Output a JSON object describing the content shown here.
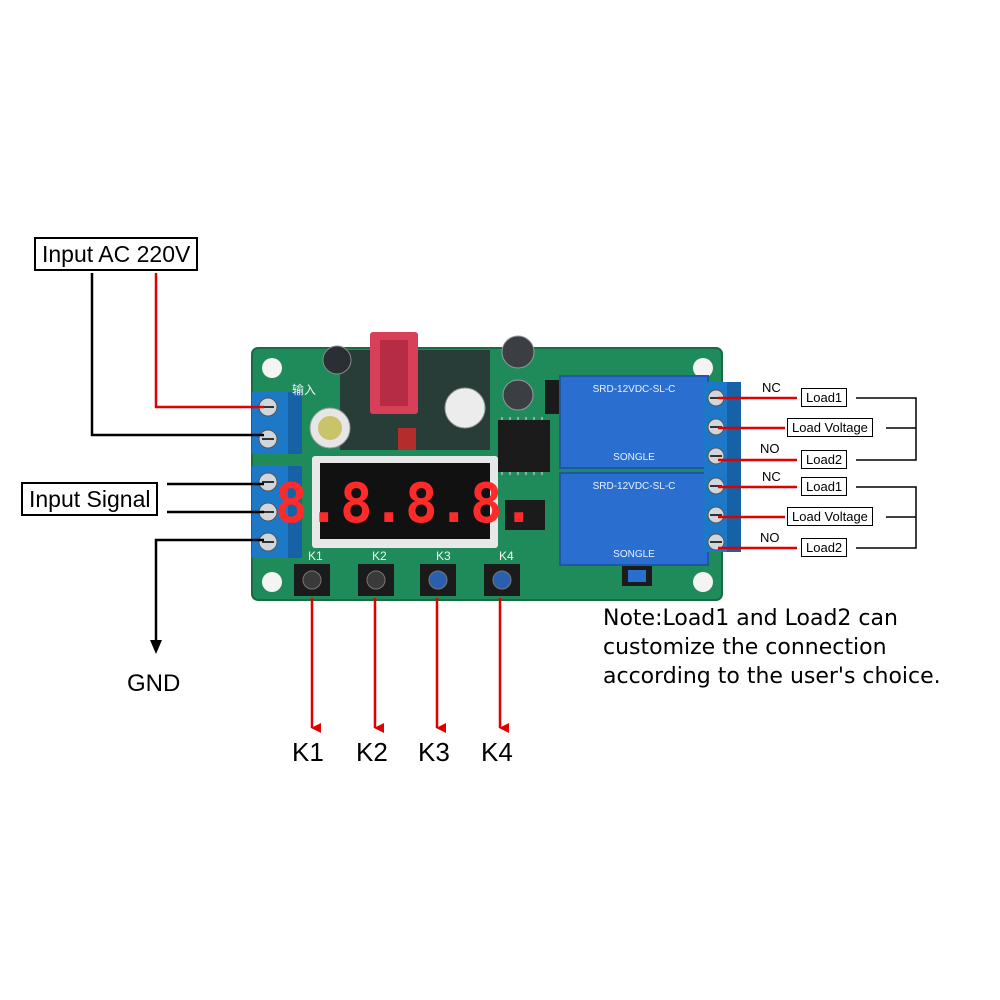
{
  "labels": {
    "input_ac": "Input AC 220V",
    "input_signal": "Input Signal",
    "gnd": "GND",
    "relay1": {
      "nc": "NC",
      "no": "NO",
      "load1": "Load1",
      "load_voltage": "Load Voltage",
      "load2": "Load2"
    },
    "relay2": {
      "nc": "NC",
      "no": "NO",
      "load1": "Load1",
      "load_voltage": "Load Voltage",
      "load2": "Load2"
    }
  },
  "buttons": {
    "board": [
      "K1",
      "K2",
      "K3",
      "K4"
    ],
    "arrows": [
      "K1",
      "K2",
      "K3",
      "K4"
    ]
  },
  "board": {
    "input_silk": "输入",
    "display_digits": "8.8.8.8.",
    "relay_model": "SRD-12VDC-SL-C",
    "relay_brand": "SONGLE"
  },
  "note": {
    "lines": [
      "Note:Load1 and Load2 can",
      "customize the connection",
      "according to the user's choice."
    ]
  },
  "colors": {
    "pcb": "#1f8a5a",
    "terminal": "#1e78c8",
    "relay": "#2a6fd0",
    "wire_red": "#e00000",
    "wire_black": "#000000",
    "display": "#ff2a2a"
  }
}
